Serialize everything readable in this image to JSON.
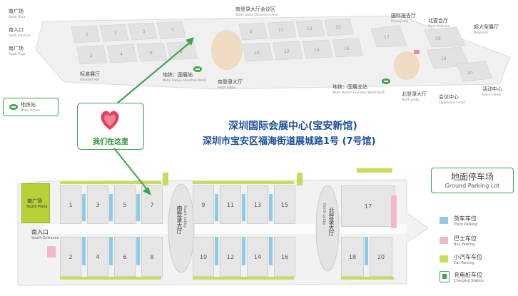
{
  "top_map": {
    "labels": [
      {
        "id": "south-plaza",
        "cn": "南广场",
        "en": "South Plaza"
      },
      {
        "id": "south-entrance",
        "cn": "南入口",
        "en": "South Entrance"
      },
      {
        "id": "south-plaza-2",
        "cn": "南广场",
        "en": "South Plaza"
      },
      {
        "id": "standard-hall",
        "cn": "标准展厅",
        "en": "Standard Hall"
      },
      {
        "id": "south-lobby-conf",
        "cn": "南登录大厅会议区",
        "en": "South Lobby Conference Area"
      },
      {
        "id": "metro-sw",
        "cn": "地铁：国展站",
        "en": "Metro Station Shenzhen World"
      },
      {
        "id": "south-lobby",
        "cn": "南登录大厅",
        "en": "South Lobby"
      },
      {
        "id": "plenary-hall",
        "cn": "国际报告厅",
        "en": "Plenary Hall"
      },
      {
        "id": "north-ballroom",
        "cn": "北宴会厅",
        "en": "North Ballroom"
      },
      {
        "id": "mega-hall",
        "cn": "超大型展厅",
        "en": "Mega Hall"
      },
      {
        "id": "metro-swn",
        "cn": "地铁：国展北站",
        "en": "Metro Station Shenzhen World North"
      },
      {
        "id": "north-lobby",
        "cn": "北登录大厅",
        "en": "North Lobby"
      },
      {
        "id": "conference-center",
        "cn": "会议中心",
        "en": "Conference Center"
      },
      {
        "id": "event-center",
        "cn": "活动中心",
        "en": "Event Center"
      }
    ],
    "hall_numbers": [
      "1",
      "3",
      "5",
      "7",
      "9",
      "11",
      "13",
      "15",
      "17",
      "2",
      "4",
      "6",
      "8",
      "10",
      "12",
      "14",
      "16",
      "18",
      "20",
      "19"
    ],
    "metro_legend": {
      "cn": "地铁站",
      "en": "Metro Station"
    }
  },
  "marker": {
    "label": "我们在这里"
  },
  "title": {
    "line1": "深圳国际会展中心(宝安新馆)",
    "line2": "深圳市宝安区福海街道展城路1号 (7号馆)"
  },
  "parking_title": {
    "cn": "地面停车场",
    "en": "Ground Parking Lot"
  },
  "bottom_map": {
    "south_plaza": {
      "cn": "南广场",
      "en": "South Plaza"
    },
    "south_entrance": {
      "cn": "南入口",
      "en": "South Entrance"
    },
    "south_lobby": {
      "cn": "南登录大厅",
      "en": "South Lobby"
    },
    "north_lobby": {
      "cn": "北登录大厅",
      "en": "North Lobby"
    },
    "halls_top": [
      "1",
      "3",
      "5",
      "7",
      "9",
      "11",
      "13",
      "15",
      "17"
    ],
    "halls_bottom": [
      "2",
      "4",
      "6",
      "8",
      "10",
      "12",
      "14",
      "16",
      "18",
      "20"
    ]
  },
  "legend": [
    {
      "id": "truck",
      "cn": "货车车位",
      "en": "Truck Parking",
      "color": "#8ecae6"
    },
    {
      "id": "bus",
      "cn": "巴士车位",
      "en": "Bus Parking",
      "color": "#f3b6cf"
    },
    {
      "id": "car",
      "cn": "小汽车车位",
      "en": "Car Parking",
      "color": "#c8dc5a"
    },
    {
      "id": "charging",
      "cn": "充电桩车位",
      "en": "Charging Station",
      "color": "#3ea34b"
    }
  ],
  "colors": {
    "accent": "#1c4f9c",
    "green": "#3ea34b",
    "truck": "#8ecae6",
    "bus": "#f3b6cf",
    "car": "#c8dc5a"
  }
}
